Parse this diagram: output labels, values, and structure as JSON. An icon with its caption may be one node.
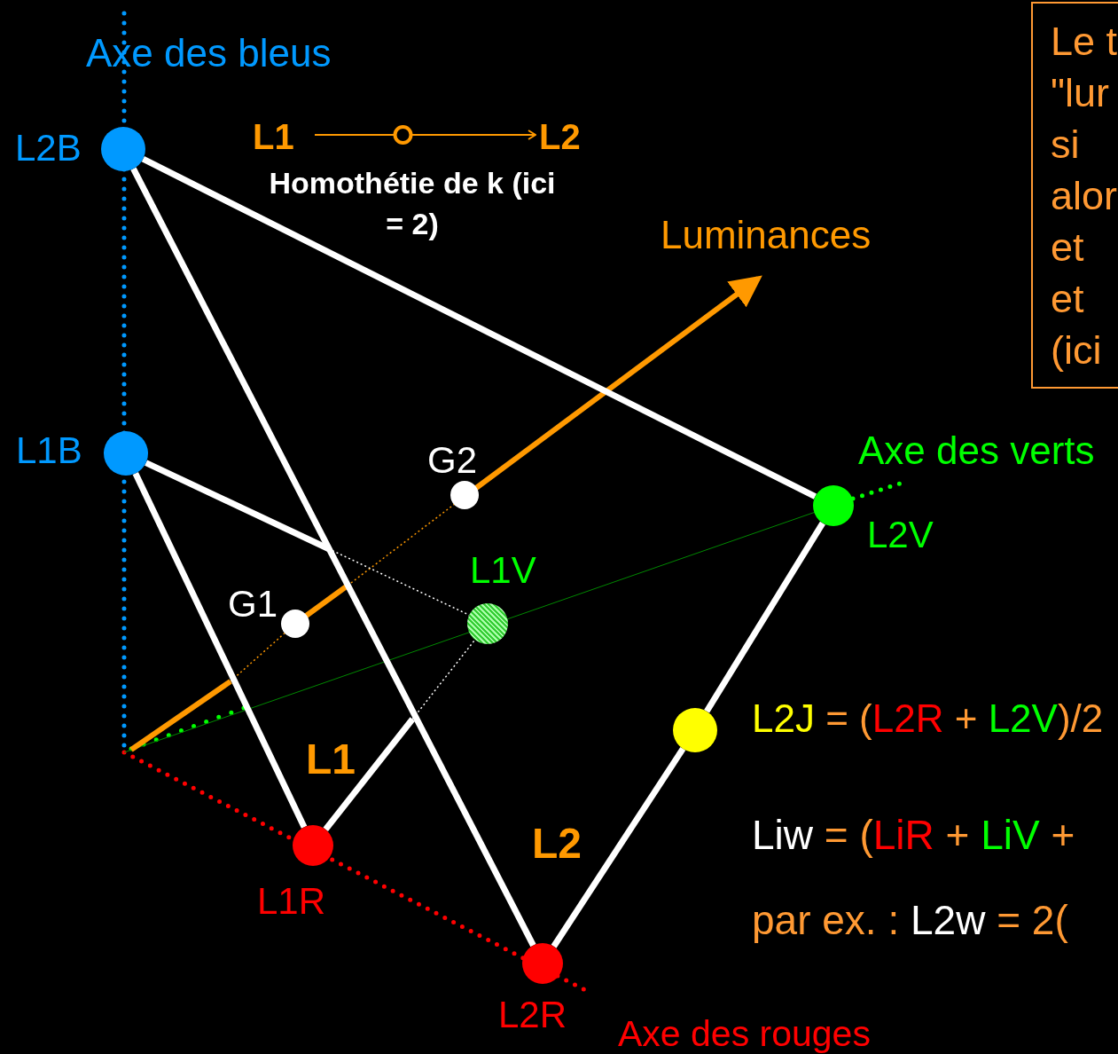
{
  "diagram": {
    "nodes": [
      {
        "text": [
          "L2B"
        ]
      },
      {
        "text": [
          "L1"
        ]
      },
      {
        "text": [
          "L2"
        ]
      },
      {
        "text": [
          "Le t",
          "\"lur",
          "si",
          "alor",
          "et",
          "et",
          "(ici"
        ]
      },
      {
        "text": [
          "L1B"
        ]
      },
      {
        "text": [
          "G2"
        ]
      },
      {
        "text": [
          "L2V"
        ]
      },
      {
        "text": [
          "L1V"
        ]
      },
      {
        "text": [
          "G1"
        ]
      },
      {
        "text": [],
        "shape": "circle"
      },
      {
        "text": [
          "L1R"
        ]
      },
      {
        "text": [
          "L2R"
        ]
      }
    ],
    "edges": [
      {
        "from": 0,
        "to": 11,
        "arrow": "none"
      },
      {
        "from": 0,
        "to": 6,
        "arrow": "none"
      },
      {
        "from": 11,
        "to": 9,
        "arrow": "none"
      },
      {
        "from": 9,
        "to": 6,
        "arrow": "none"
      },
      {
        "from": 4,
        "to": 10,
        "arrow": "none"
      },
      {
        "from": 4,
        "to": 7,
        "arrow": "none"
      },
      {
        "from": 10,
        "to": 7,
        "arrow": "none"
      },
      {
        "from": 1,
        "to": 2,
        "arrow": "to",
        "color": "#ff9900"
      }
    ],
    "labels": [
      "Axe des bleus",
      "Homothétie de k (ici = 2)",
      "Luminances",
      "Axe des verts",
      "L2J = (L2R + L2V)/2",
      "L1",
      "Liw = (LiR + LiV +",
      "L2",
      "par ex. : L2w = 2(",
      "Axe des rouges"
    ]
  }
}
